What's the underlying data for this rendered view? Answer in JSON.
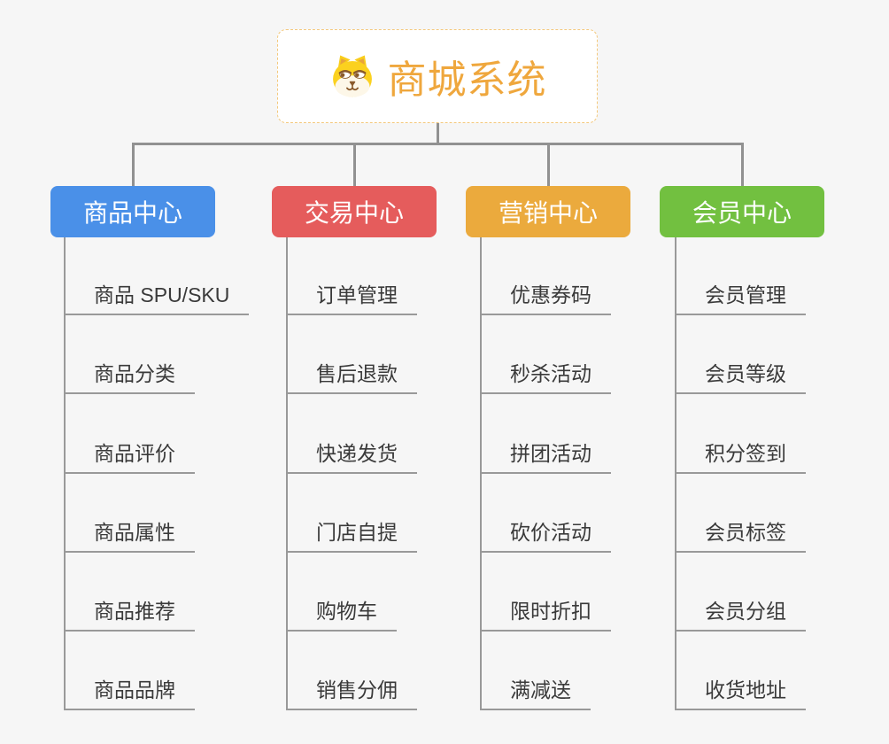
{
  "page": {
    "background": "#f6f6f6",
    "connector_color": "#919191",
    "underline_color": "#999999"
  },
  "root": {
    "title": "商城系统",
    "icon": "dog-face-icon",
    "text_color": "#efa73d",
    "border_color": "#f3c87c"
  },
  "branches": [
    {
      "label": "商品中心",
      "color": "#4a90e8",
      "items": [
        "商品 SPU/SKU",
        "商品分类",
        "商品评价",
        "商品属性",
        "商品推荐",
        "商品品牌"
      ]
    },
    {
      "label": "交易中心",
      "color": "#e55c5c",
      "items": [
        "订单管理",
        "售后退款",
        "快递发货",
        "门店自提",
        "购物车",
        "销售分佣"
      ]
    },
    {
      "label": "营销中心",
      "color": "#ebaa3d",
      "items": [
        "优惠券码",
        "秒杀活动",
        "拼团活动",
        "砍价活动",
        "限时折扣",
        "满减送"
      ]
    },
    {
      "label": "会员中心",
      "color": "#72c040",
      "items": [
        "会员管理",
        "会员等级",
        "积分签到",
        "会员标签",
        "会员分组",
        "收货地址"
      ]
    }
  ]
}
